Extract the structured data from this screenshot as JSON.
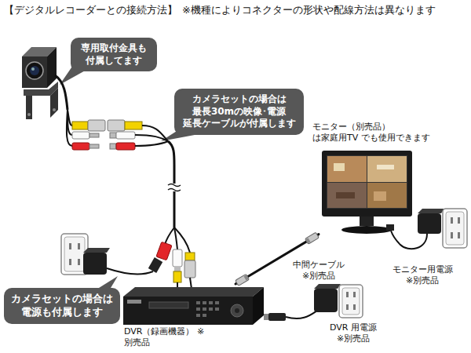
{
  "diagram": {
    "title": "【デジタルレコーダーとの接続方法】",
    "nodes": [
      {
        "text": [
          "専用取付金具も 付属してます"
        ]
      },
      {
        "text": [
          "カメラセットの場合は 最長30mの映像･電源 延長ケーブルが付属します"
        ]
      },
      {
        "text": [
          "モニター（別売品）は家庭用TV でも使用できます"
        ]
      },
      {
        "text": [
          "カメラセットの場合は 電源も付属します"
        ]
      },
      {
        "text": [
          "DVR（録画機器） ※別売品"
        ]
      }
    ],
    "edges": [
      {
        "from": 4,
        "to": 2,
        "arrow": "none",
        "label": "中間ケーブル ※別売品"
      }
    ],
    "labels": [
      "※機種によりコネクターの形状や配線方法は異なります",
      "モニター用電源 ※別売品",
      "DVR 用電源 ※別売品"
    ]
  }
}
